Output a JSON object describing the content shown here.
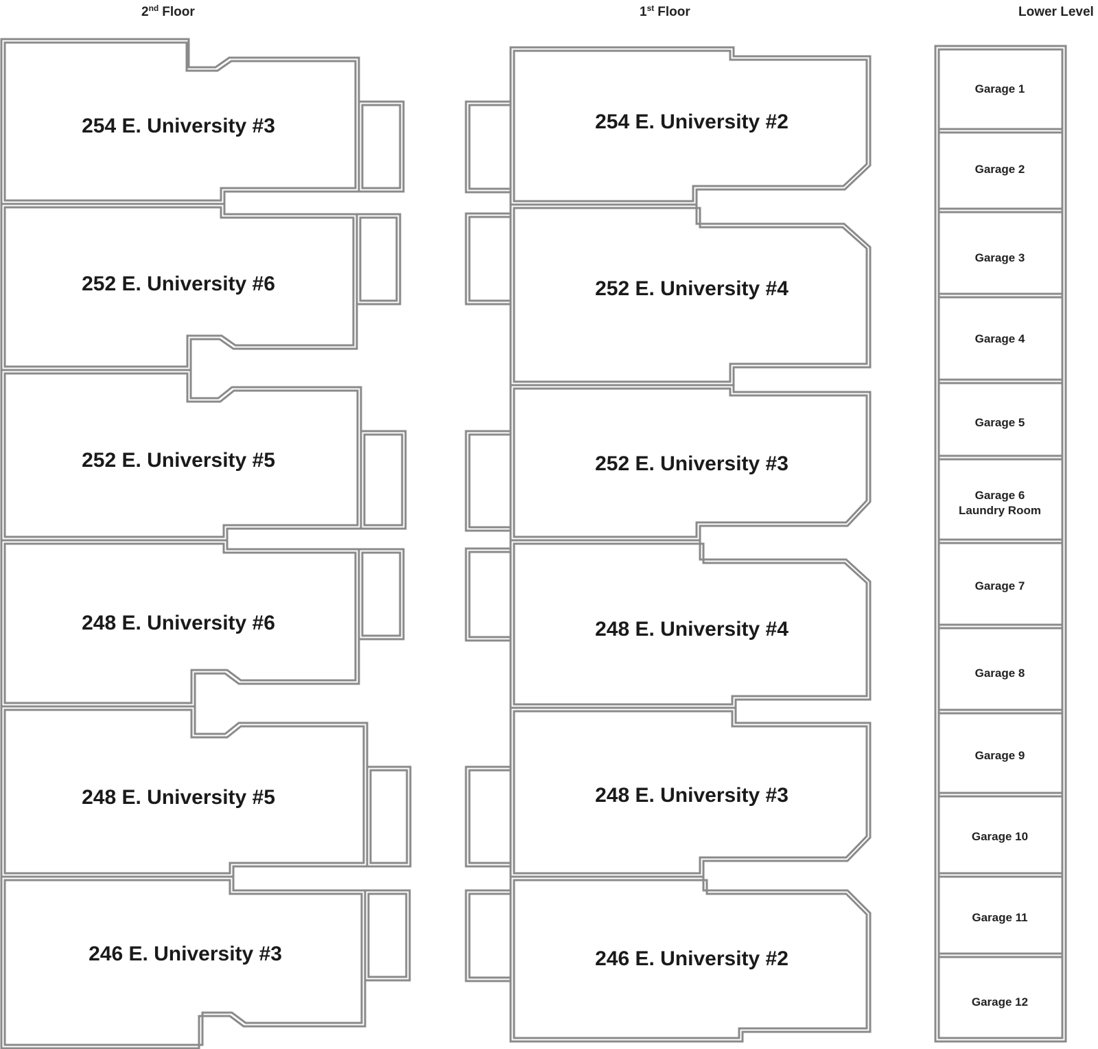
{
  "floors": {
    "second": {
      "number": "2",
      "suffix": "nd",
      "word": "Floor"
    },
    "first": {
      "number": "1",
      "suffix": "st",
      "word": "Floor"
    },
    "lower": {
      "label": "Lower Level"
    }
  },
  "second_floor_units": [
    "254 E. University #3",
    "252 E. University #6",
    "252 E. University #5",
    "248 E. University #6",
    "248 E. University #5",
    "246 E. University #3"
  ],
  "first_floor_units": [
    "254 E. University #2",
    "252 E. University #4",
    "252 E. University #3",
    "248 E. University #4",
    "248 E. University #3",
    "246 E. University #2"
  ],
  "garages": [
    {
      "label": "Garage 1"
    },
    {
      "label": "Garage 2"
    },
    {
      "label": "Garage 3"
    },
    {
      "label": "Garage 4"
    },
    {
      "label": "Garage 5"
    },
    {
      "label": "Garage 6",
      "sublabel": "Laundry Room"
    },
    {
      "label": "Garage 7"
    },
    {
      "label": "Garage 8"
    },
    {
      "label": "Garage 9"
    },
    {
      "label": "Garage 10"
    },
    {
      "label": "Garage 11"
    },
    {
      "label": "Garage 12"
    }
  ],
  "colors": {
    "wall": "#8a8a8a",
    "text": "#1a1a1a",
    "background": "#ffffff"
  }
}
